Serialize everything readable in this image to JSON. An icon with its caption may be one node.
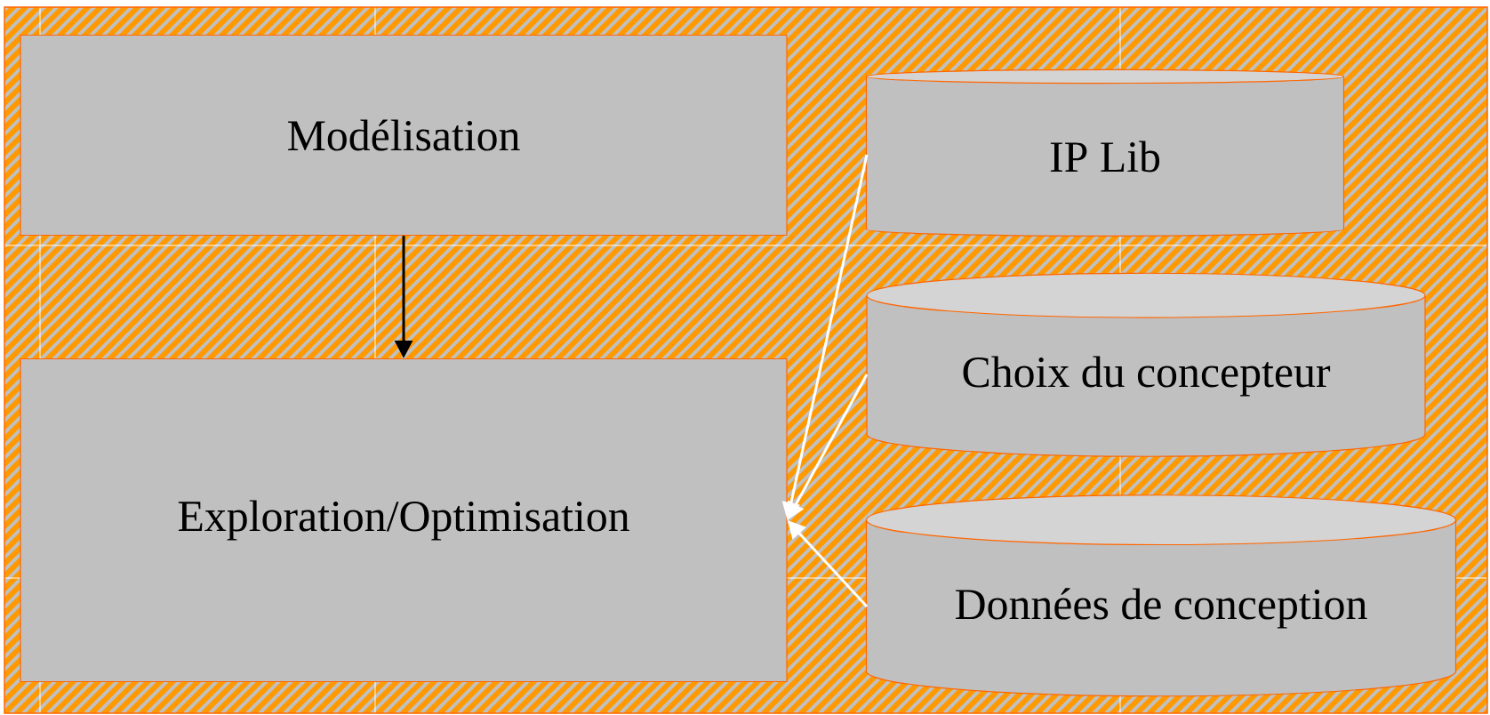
{
  "diagram": {
    "nodes": [
      {
        "text": [
          "Modélisation"
        ]
      },
      {
        "text": [
          "Exploration/Optimisation"
        ]
      },
      {
        "text": [
          "IP Lib"
        ]
      },
      {
        "text": [
          "Choix du concepteur"
        ]
      },
      {
        "text": [
          "Données de conception"
        ]
      }
    ],
    "edges": [
      {
        "from": 0,
        "to": 1,
        "arrow": "to",
        "color": "#000000"
      },
      {
        "from": 2,
        "to": 1,
        "arrow": "to"
      },
      {
        "from": 3,
        "to": 1,
        "arrow": "to"
      },
      {
        "from": 4,
        "to": 1,
        "arrow": "to"
      }
    ]
  }
}
